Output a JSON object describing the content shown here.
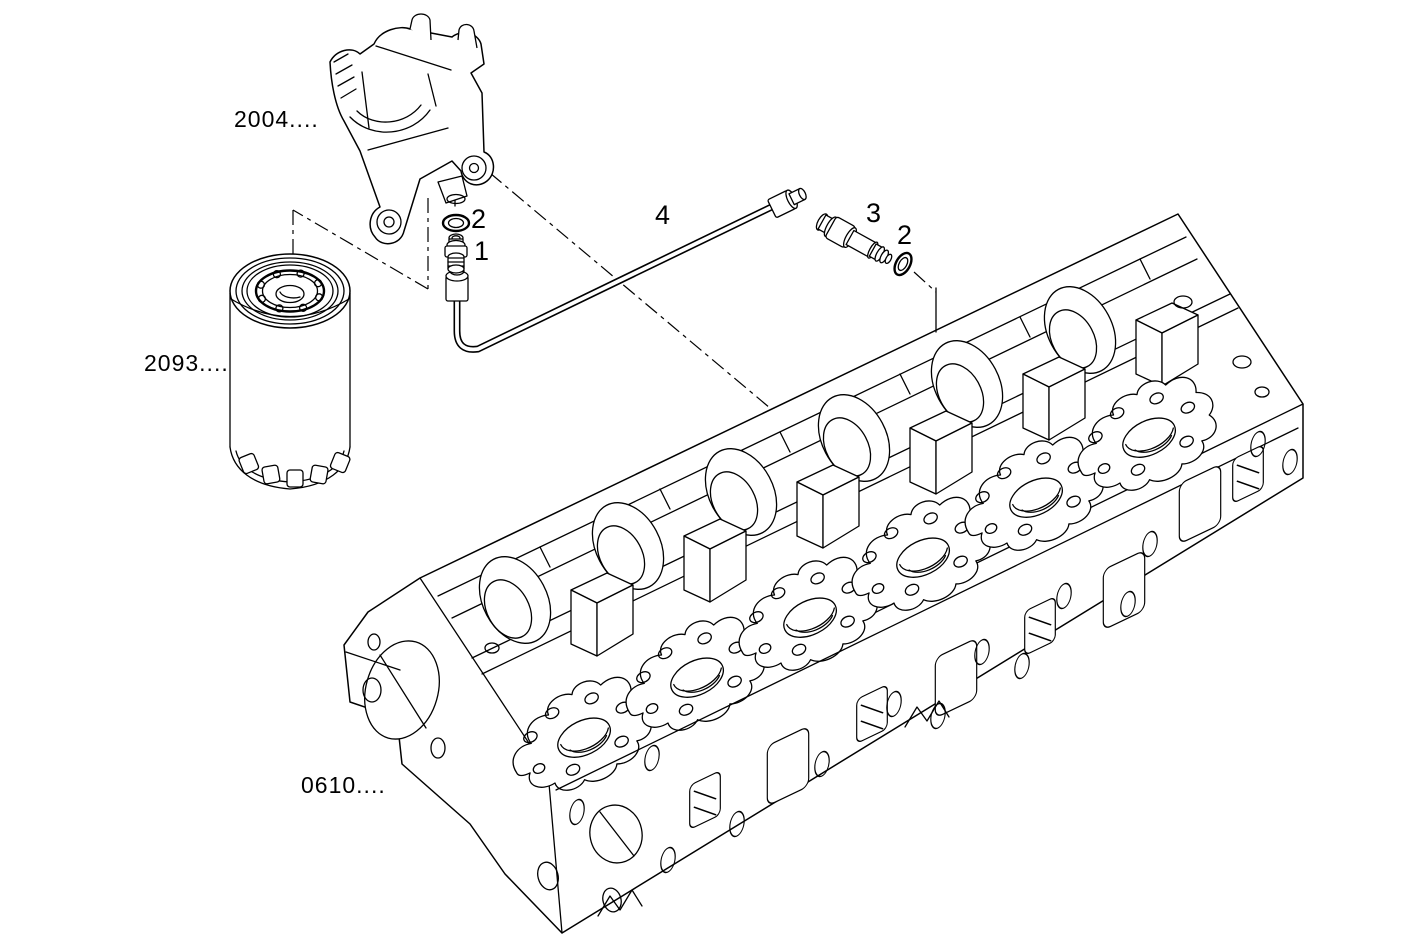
{
  "diagram": {
    "background": "#ffffff",
    "line_color": "#000000",
    "part_labels": {
      "filter_head": "2004....",
      "oil_filter": "2093....",
      "cylinder_head": "0610...."
    },
    "callouts": {
      "seal_washer_upper": "2",
      "union_fitting": "1",
      "oil_pipe": "4",
      "check_valve": "3",
      "seal_washer_lower": "2"
    }
  }
}
